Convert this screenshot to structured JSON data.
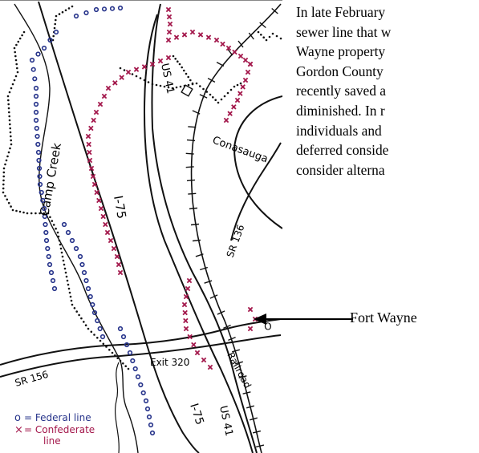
{
  "text_lines": [
    "In late February",
    "sewer line that w",
    "Wayne property",
    "Gordon County",
    "recently saved a",
    "diminished.  In r",
    "individuals and",
    "deferred conside",
    "consider alterna"
  ],
  "callout": {
    "label": "Fort Wayne"
  },
  "map": {
    "labels": {
      "us41_top": "US 41",
      "us41_bottom": "US 41",
      "i75_top": "I-75",
      "i75_bottom": "I-75",
      "camp_creek": "Camp Creek",
      "conasauga": "Conasauga",
      "sr136_right": "SR 136",
      "sr136_left": "SR 156",
      "exit": "Exit 320",
      "railroad": "Railroad",
      "road_edge": "O"
    },
    "legend": {
      "federal_symbol": "o",
      "federal_label": "= Federal line",
      "confederate_symbol": "×",
      "confederate_label": "= Confederate",
      "confederate_label2": "line"
    },
    "colors": {
      "federal": "#27348b",
      "confederate": "#a3174b",
      "ink": "#111111"
    }
  }
}
